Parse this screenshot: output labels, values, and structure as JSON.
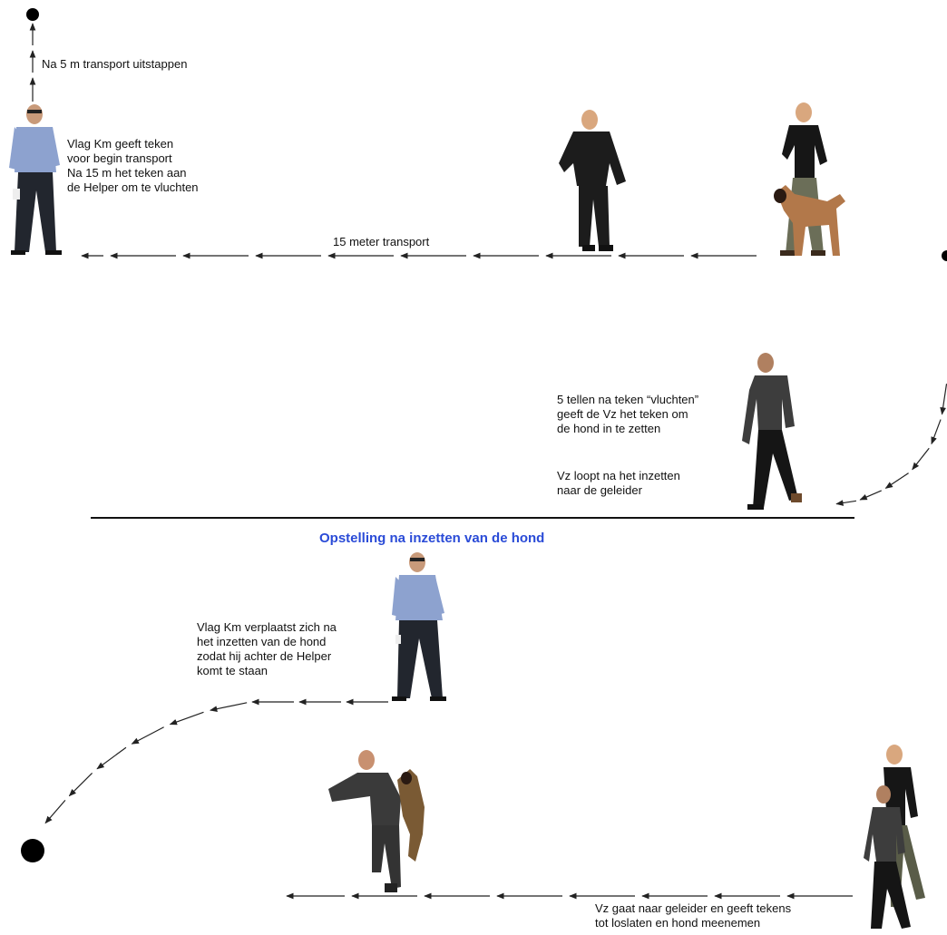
{
  "labels": {
    "step_out": "Na 5 m transport uitstappen",
    "flag_km_signal": "Vlag Km geeft teken\nvoor begin transport\nNa 15 m het teken aan\nde Helper om te vluchten",
    "transport_distance": "15 meter transport",
    "vz_count": "5 tellen na teken “vluchten”\ngeeft de Vz het teken om\nde hond in te zetten",
    "vz_walk": "Vz loopt na het inzetten\nnaar de geleider",
    "flag_km_move": "Vlag Km verplaatst zich na\nhet inzetten van de hond\nzodat hij achter de Helper\nkomt te staan",
    "vz_release": "Vz gaat naar geleider en geeft  tekens\ntot loslaten en hond meenemen"
  },
  "section_title": "Opstelling na inzetten van de hond",
  "colors": {
    "title": "#2a4bd7",
    "arrow": "#222222",
    "divider": "#111111",
    "marker": "#000000"
  },
  "figures": {
    "flag_km_top": "Vlag Km (judge with flag) standing",
    "helper_top": "Helper in protection suit walking",
    "handler_dog_top": "Handler with dog (Malinois)",
    "vz_walking": "Vz walking",
    "flag_km_bottom": "Vlag Km standing",
    "helper_bite": "Helper with dog biting",
    "vz_handler_bottom": "Vz and handler walking"
  }
}
